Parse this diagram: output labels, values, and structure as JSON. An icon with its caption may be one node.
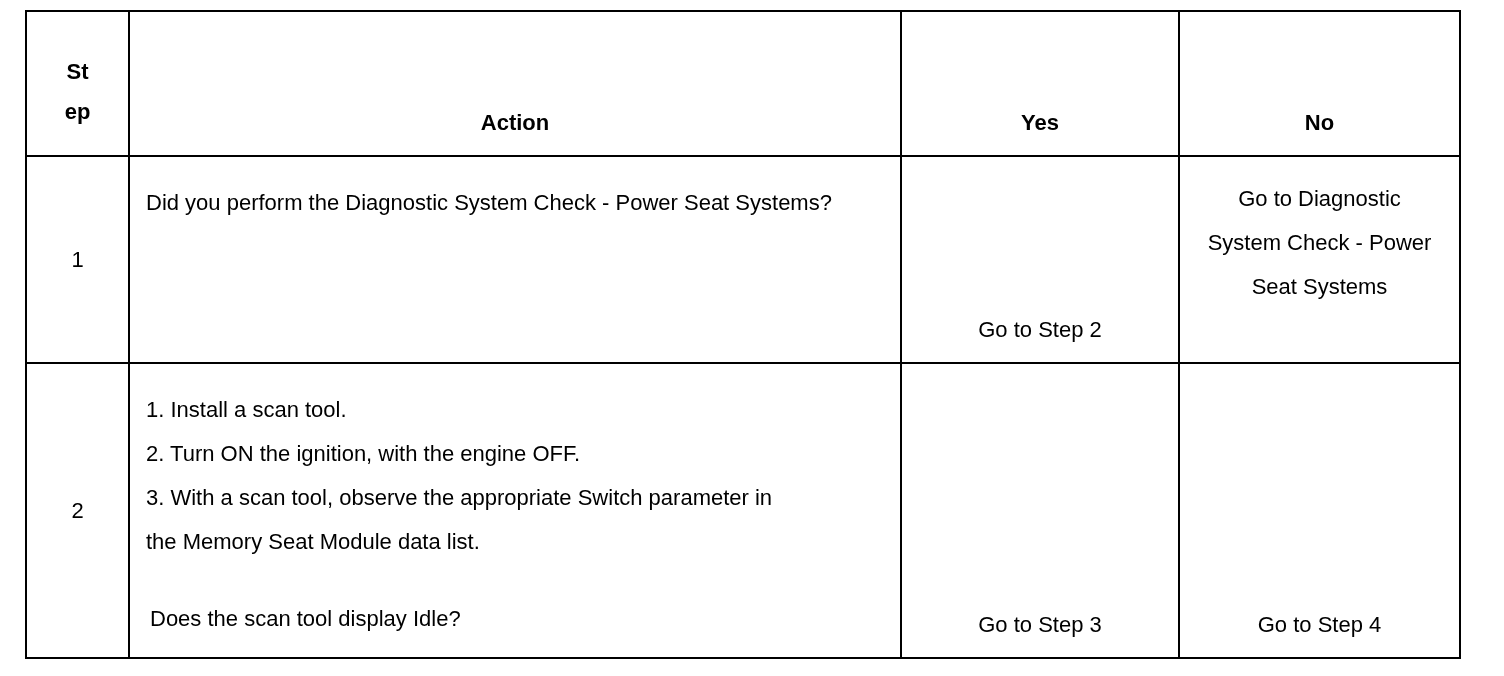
{
  "diagram": {
    "labels": [
      "St ep",
      "Action",
      "Yes",
      "No",
      "1",
      "Did you perform the Diagnostic System Check - Power Seat Systems?",
      "Go to Step 2",
      "Go to Diagnostic System Check - Power Seat Systems",
      "2",
      "1. Install a scan tool.",
      "2. Turn ON the ignition, with the engine OFF.",
      "3. With a scan tool, observe the appropriate Switch parameter in the Memory Seat Module data list.",
      "Does the scan tool display Idle?",
      "Go to Step 3",
      "Go to Step 4"
    ]
  }
}
